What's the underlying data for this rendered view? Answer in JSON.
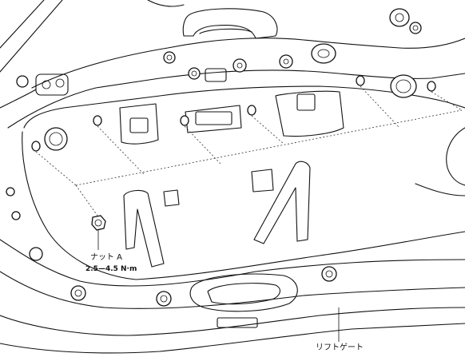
{
  "labels": {
    "nut_a": "ナット A",
    "torque": "2.5—4.5 N·m",
    "liftgate": "リフトゲート"
  }
}
